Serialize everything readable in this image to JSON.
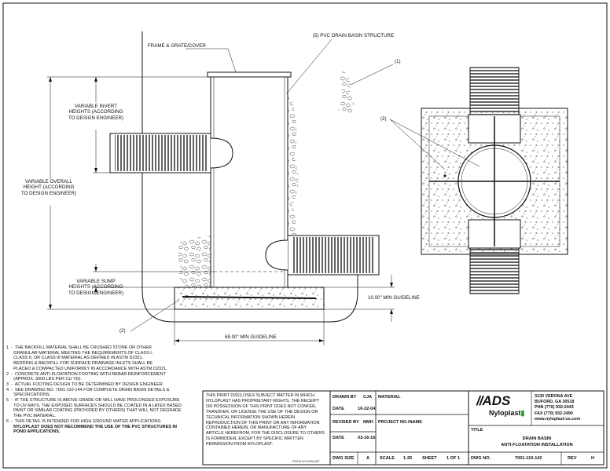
{
  "labels": {
    "frame_grate": "FRAME & GRATE/COVER",
    "pvc_structure": "(5) PVC DRAIN BASIN STRUCTURE",
    "callout_1": "(1)",
    "callout_2_plan": "(2)",
    "callout_2_section": "(2)",
    "invert": [
      "VARIABLE INVERT",
      "HEIGHTS (ACCORDING",
      "TO DESIGN ENGINEER)"
    ],
    "overall": [
      "VARIABLE OVERALL",
      "HEIGHT (ACCORDING",
      "TO DESIGN ENGINEER)"
    ],
    "sump": [
      "VARIABLE SUMP",
      "HEIGHTS (ACCORDING",
      "TO DESIGN ENGINEER)"
    ],
    "min_guideline_10": "10.00\" MIN GUIDELINE",
    "min_guideline_68": "68.00\" MIN GUIDELINE"
  },
  "notes": [
    {
      "text": "1  -  THE BACKFILL MATERIAL SHALL BE CRUSHED STONE OR OTHER",
      "bold": false
    },
    {
      "text": "      GRANULAR MATERIAL MEETING THE REQUIREMENTS OF CLASS I,",
      "bold": false
    },
    {
      "text": "      CLASS II, OR CLASS III MATERIAL AS DEFINED IN ASTM D2321.",
      "bold": false
    },
    {
      "text": "      BEDDING & BACKFILL FOR SURFACE DRAINAGE INLETS SHALL BE",
      "bold": false
    },
    {
      "text": "      PLACED & COMPACTED UNIFORMLY IN ACCORDANCE WITH ASTM D2321.",
      "bold": false
    },
    {
      "text": "2  -  CONCRETE ANTI-FLOATATION FOOTING WITH REBAR REINFORCEMENT",
      "bold": false
    },
    {
      "text": "      (APPROX. 3000 LBS PER CU YD).",
      "bold": false
    },
    {
      "text": "3  -  ACTUAL FOOTING DESIGN TO BE DETERMINED BY DESIGN ENGINEER.",
      "bold": false
    },
    {
      "text": "4  -  SEE DRAWING NO. 7001-110-144 FOR COMPLETE DRAIN BASIN DETAILS &",
      "bold": false
    },
    {
      "text": "      SPECIFICATIONS.",
      "bold": false
    },
    {
      "text": "5  -  IF THE STRUCTURE IS ABOVE GRADE OR WILL HAVE PROLONGED EXPOSURE",
      "bold": false
    },
    {
      "text": "      TO UV RAYS, THE EXPOSED SURFACES SHOULD BE COATED IN A LATEX BASED",
      "bold": false
    },
    {
      "text": "      PAINT OR SIMILAR COATING (PROVIDED BY OTHERS) THAT WILL NOT DEGRADE",
      "bold": false
    },
    {
      "text": "      THE PVC MATERIAL.",
      "bold": false
    },
    {
      "text": "6  -  THIS DETAIL IS INTENDED FOR HIGH GROUND WATER APPLICATIONS.",
      "bold": false
    },
    {
      "text": "      NYLOPLAST DOES NOT RECOMMEND THE USE OF THE PVC STRUCTURES IN",
      "bold": true
    },
    {
      "text": "      POND APPLICATIONS.",
      "bold": true
    }
  ],
  "title_block": {
    "disclaimer": [
      "THIS PRINT DISCLOSES SUBJECT MATTER IN WHICH",
      "NYLOPLAST HAS PROPRIETARY RIGHTS.  THE RECEIPT",
      "OR POSSESSION OF THIS PRINT DOES NOT CONFER,",
      "TRANSFER, OR LICENSE THE USE OF THE DESIGN OR",
      "TECHNICAL INFORMATION SHOWN HEREIN",
      "REPRODUCTION OF THIS PRINT OR ANY INFORMATION",
      "CONTAINED HEREIN, OR MANUFACTURE OF ANY",
      "ARTICLE HEREFROM, FOR THE DISCLOSURE TO OTHERS",
      "IS FORBIDDEN, EXCEPT BY SPECIFIC WRITTEN",
      "PERMISSION FROM NYLOPLAST."
    ],
    "copyright": "©2013 NYLOPLAST",
    "drawn_by_label": "DRAWN BY",
    "drawn_by": "CJA",
    "material_label": "MATERIAL",
    "date_label": "DATE",
    "date_drawn": "10-22-04",
    "revised_by_label": "REVISED BY",
    "revised_by": "NMH",
    "project_label": "PROJECT NO./NAME",
    "date_label_2": "DATE",
    "date_revised": "03-16-16",
    "dwg_size_label": "DWG SIZE",
    "dwg_size": "A",
    "scale_label": "SCALE",
    "scale": "1:25",
    "sheet_label": "SHEET",
    "sheet": "1 OF 1",
    "dwg_no_label": "DWG NO.",
    "dwg_no": "7001-110-142",
    "rev_label": "REV",
    "rev": "H",
    "title_label": "TITLE",
    "title_line1": "DRAIN BASIN",
    "title_line2": "ANTI-FLOATATION INSTALLATION",
    "logo_ads": "ADS",
    "logo_nyloplast": "Nyloplast",
    "address": [
      "3130 VERONA AVE",
      "BUFORD, GA 30518",
      "PHN (770) 932-2443",
      "FAX (770) 932-2490",
      "www.nyloplast-us.com"
    ]
  },
  "colors": {
    "line": "#111111",
    "logo_green": "#2e9a3a",
    "page": "#ffffff"
  }
}
